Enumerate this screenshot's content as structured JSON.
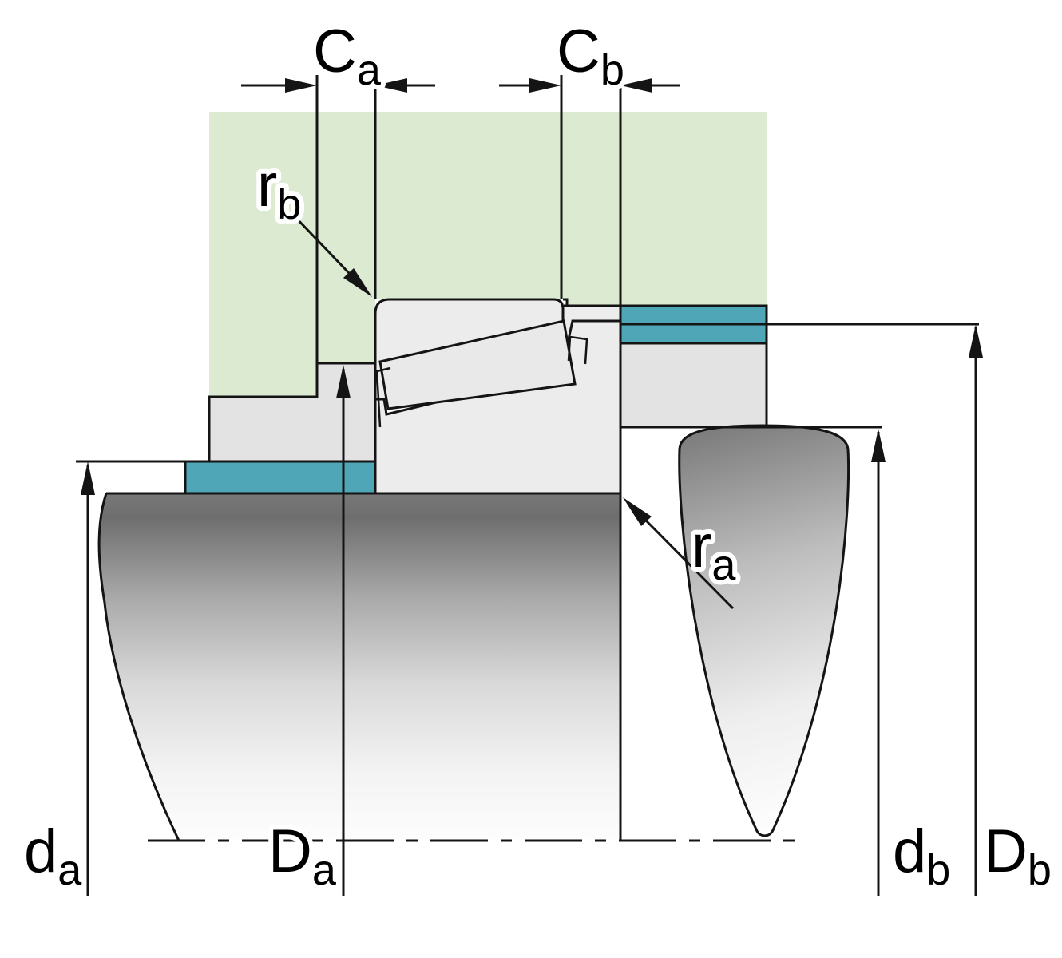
{
  "diagram": {
    "kind": "bearing-mounting-abutment-cross-section",
    "labels": {
      "ca": {
        "main": "C",
        "sub": "a"
      },
      "cb": {
        "main": "C",
        "sub": "b"
      },
      "rb": {
        "main": "r",
        "sub": "b"
      },
      "ra": {
        "main": "r",
        "sub": "a"
      },
      "da": {
        "main": "d",
        "sub": "a"
      },
      "Da": {
        "main": "D",
        "sub": "a"
      },
      "db": {
        "main": "d",
        "sub": "b"
      },
      "Db": {
        "main": "D",
        "sub": "b"
      }
    },
    "colors": {
      "housing": "#dcead2",
      "abutment": "#4fa6b6",
      "spacer": "#e3e3e3",
      "ring": "#ececec",
      "roller": "#e9e9e9",
      "outline": "#141414",
      "shaft_dark": "#787878",
      "shaft_light": "#fdfdfd",
      "shoulder_dark": "#7a7a7a",
      "shoulder_light": "#ffffff"
    }
  }
}
